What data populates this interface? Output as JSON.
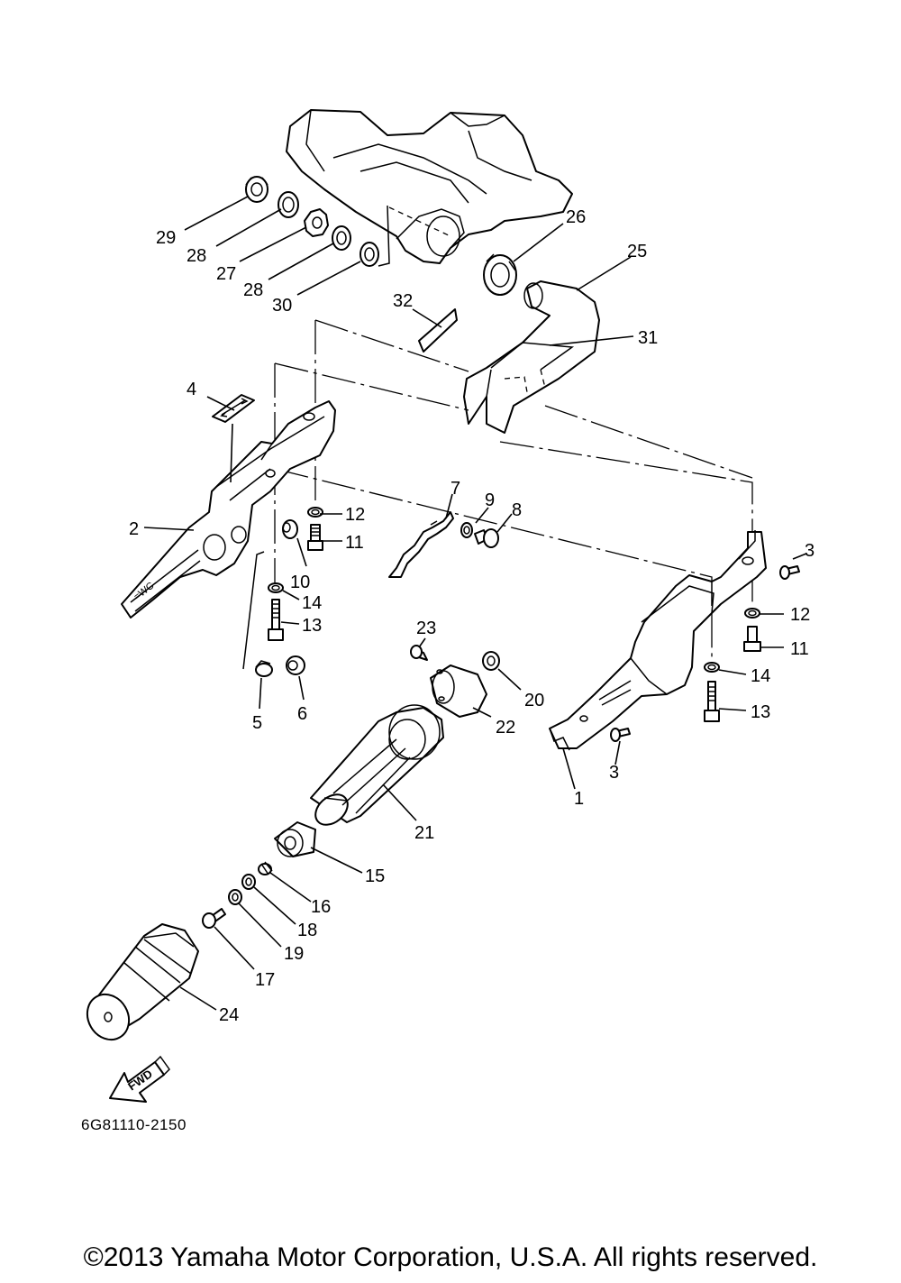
{
  "diagram": {
    "code": "6G81110-2150",
    "fwd_label": "FWD",
    "callouts": [
      "29",
      "28",
      "27",
      "28",
      "30",
      "26",
      "25",
      "32",
      "31",
      "4",
      "2",
      "7",
      "9",
      "8",
      "12",
      "11",
      "10",
      "14",
      "13",
      "5",
      "6",
      "3",
      "12",
      "11",
      "14",
      "13",
      "23",
      "20",
      "22",
      "3",
      "1",
      "21",
      "15",
      "16",
      "18",
      "19",
      "17",
      "24"
    ]
  },
  "footer": {
    "copyright": "©2013 Yamaha Motor Corporation, U.S.A. All rights reserved."
  }
}
